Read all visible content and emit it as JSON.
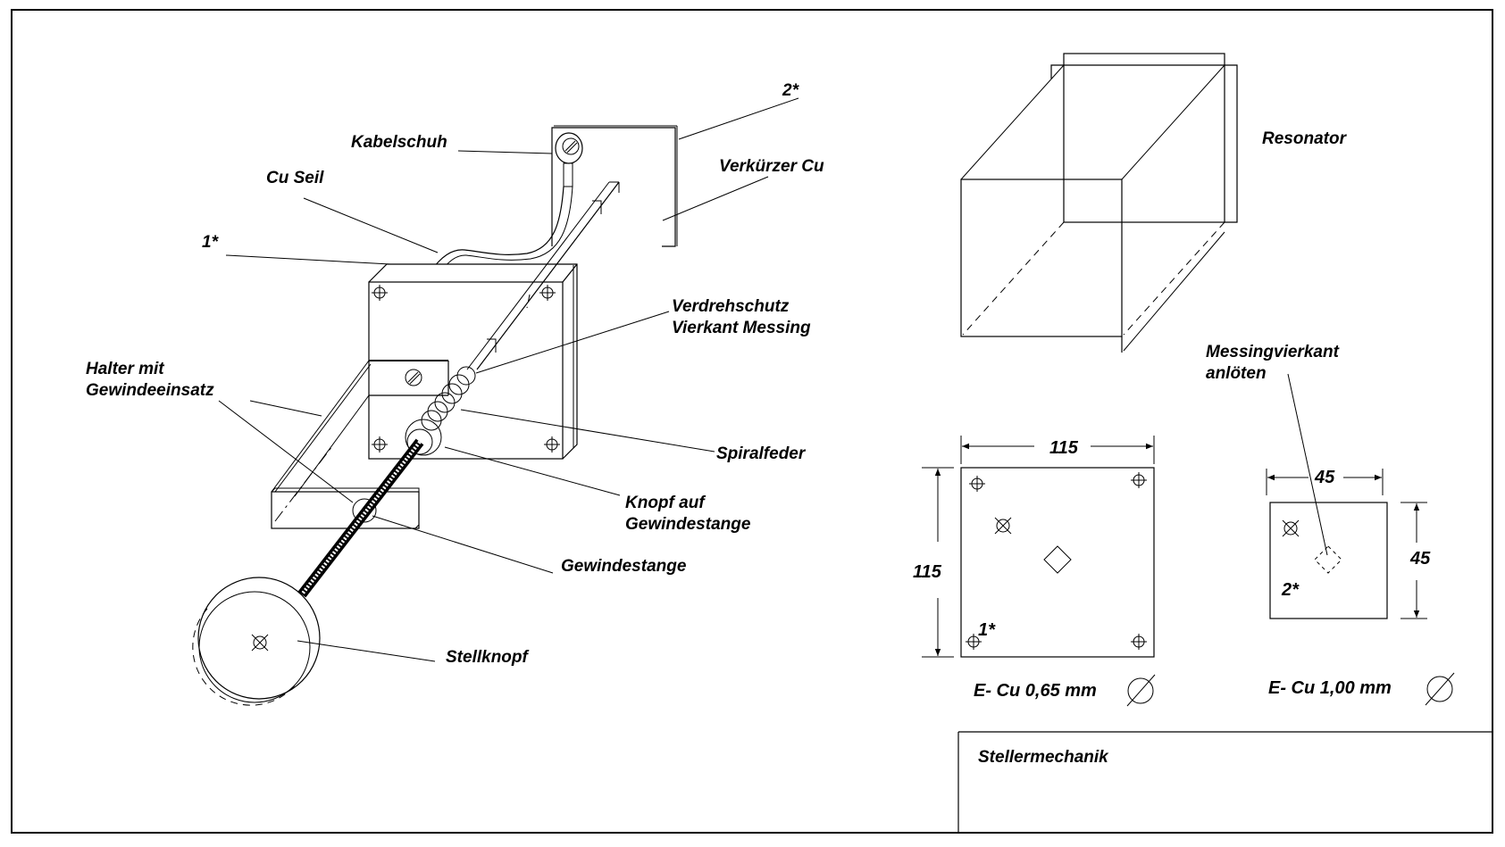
{
  "drawing": {
    "title_block": {
      "title": "Stellermechanik"
    },
    "assembly_labels": {
      "kabelschuh": "Kabelschuh",
      "cu_seil": "Cu Seil",
      "part1_ref": "1*",
      "part2_ref": "2*",
      "verkuerzer": "Verkürzer Cu",
      "verdrehschutz_line1": "Verdrehschutz",
      "verdrehschutz_line2": "Vierkant Messing",
      "halter_line1": "Halter mit",
      "halter_line2": "Gewindeeinsatz",
      "spiralfeder": "Spiralfeder",
      "knopf_line1": "Knopf auf",
      "knopf_line2": "Gewindestange",
      "gewindestange": "Gewindestange",
      "stellknopf": "Stellknopf"
    },
    "resonator": {
      "label": "Resonator"
    },
    "plate1": {
      "width_dim": "115",
      "height_dim": "115",
      "ref": "1*",
      "material": "E- Cu 0,65 mm"
    },
    "plate2": {
      "width_dim": "45",
      "height_dim": "45",
      "ref": "2*",
      "note_line1": "Messingvierkant",
      "note_line2": "anlöten",
      "material": "E- Cu 1,00 mm"
    },
    "icons": {
      "diameter_symbol": "diameter-icon",
      "hole_cross": "crossed-hole-icon",
      "screw_slot": "slotted-screw-icon",
      "center_mark": "center-mark-icon"
    }
  }
}
